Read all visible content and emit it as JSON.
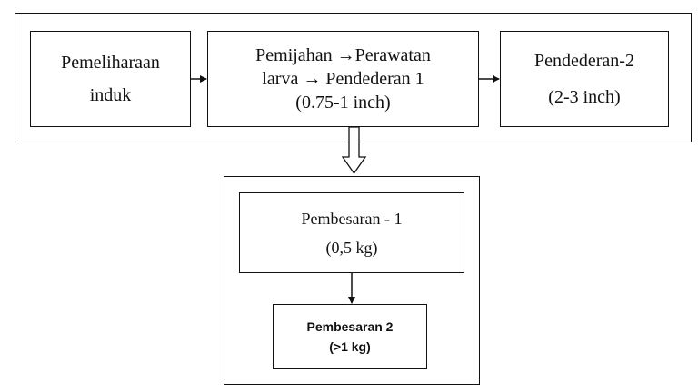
{
  "boxes": {
    "induk": {
      "line1": "Pemeliharaan",
      "line2": "induk"
    },
    "larva": {
      "line1": "Pemijahan →Perawatan",
      "line2": "larva → Pendederan 1",
      "line3": "(0.75-1 inch)"
    },
    "pendederan2": {
      "line1": "Pendederan-2",
      "line2": "(2-3 inch)"
    },
    "pembesaran1": {
      "line1": "Pembesaran - 1",
      "line2": "(0,5 kg)"
    },
    "pembesaran2": {
      "line1": "Pembesaran 2",
      "line2": "(>1 kg)"
    }
  }
}
